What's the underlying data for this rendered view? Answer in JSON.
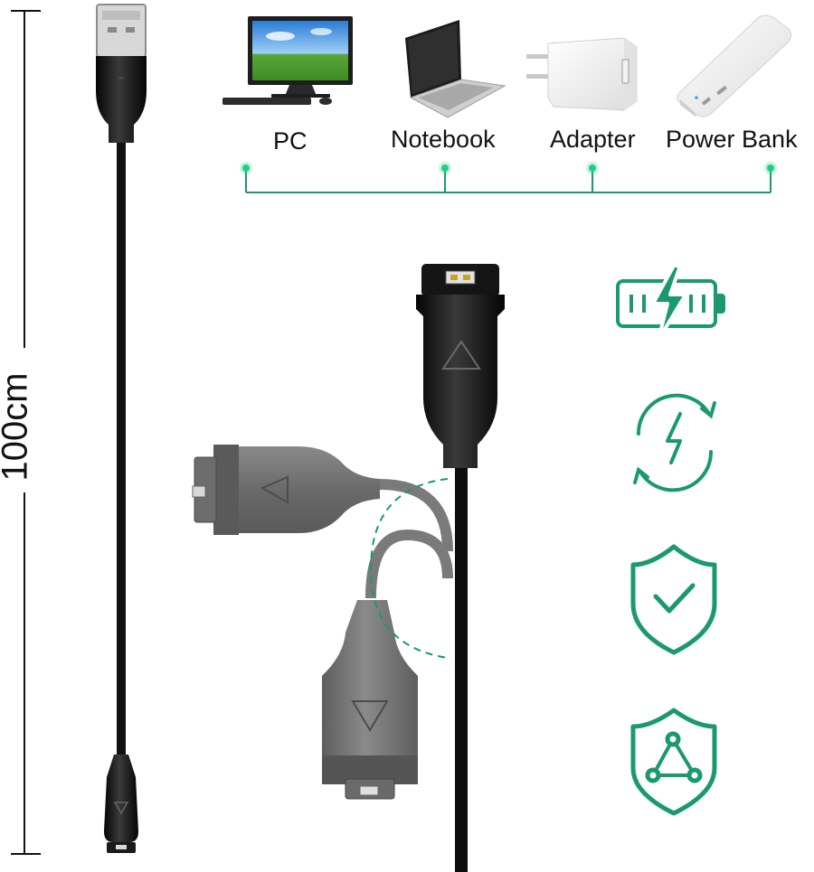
{
  "cable_length": "100cm",
  "devices": [
    {
      "id": "pc",
      "label": "PC",
      "icon": "pc-monitor-icon"
    },
    {
      "id": "notebook",
      "label": "Notebook",
      "icon": "laptop-icon"
    },
    {
      "id": "adapter",
      "label": "Adapter",
      "icon": "wall-adapter-icon"
    },
    {
      "id": "power-bank",
      "label": "Power Bank",
      "icon": "power-bank-icon"
    }
  ],
  "features": [
    {
      "icon": "battery-charging-icon"
    },
    {
      "icon": "charge-cycle-icon"
    },
    {
      "icon": "shield-check-icon"
    },
    {
      "icon": "shield-network-icon"
    }
  ],
  "colors": {
    "accent": "#1a9a6c",
    "cable": "#111111",
    "connector_grey": "#6e6e6e",
    "text": "#111111"
  }
}
